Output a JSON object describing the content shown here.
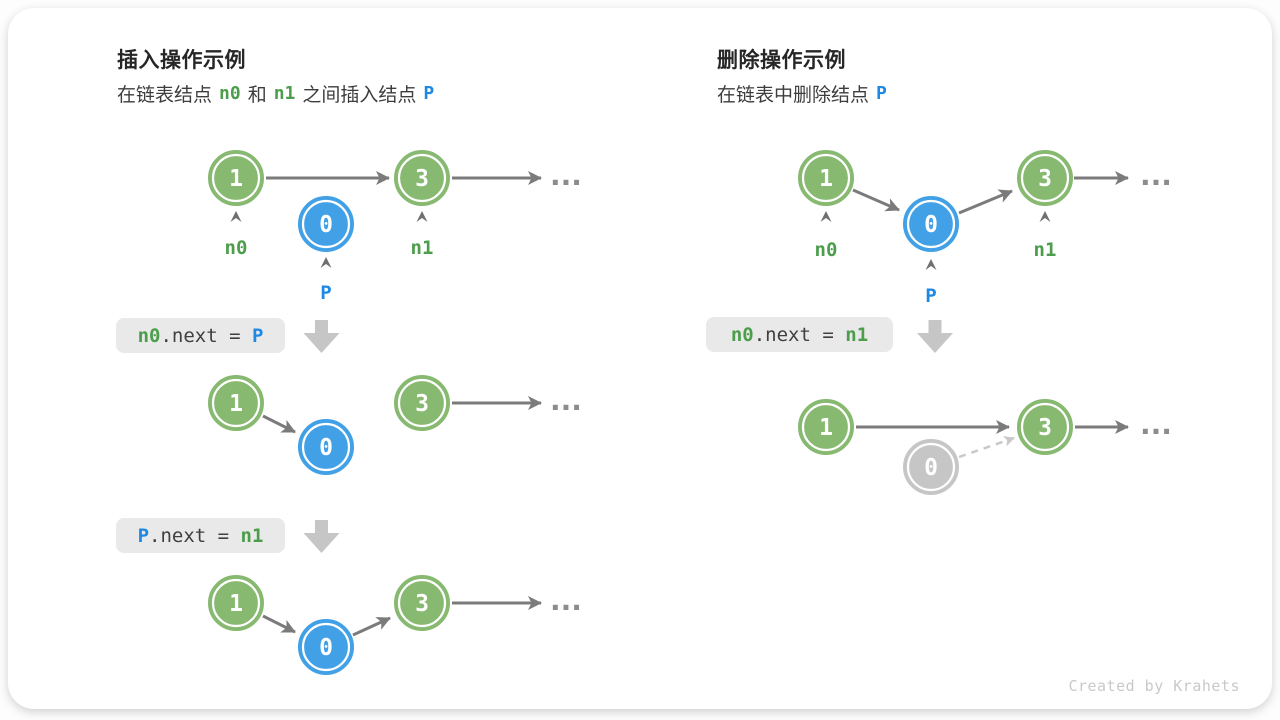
{
  "panels": {
    "insert": {
      "title": "插入操作示例",
      "subtitle": {
        "text1": "在链表结点",
        "code1": "n0",
        "text2": "和",
        "code2": "n1",
        "text3": "之间插入结点",
        "code3": "P"
      },
      "step1": {
        "lhs": "n0",
        "mid": ".next = ",
        "rhs": "P"
      },
      "step2": {
        "lhs": "P",
        "mid": ".next = ",
        "rhs": "n1"
      }
    },
    "delete": {
      "title": "删除操作示例",
      "subtitle": {
        "text1": "在链表中删除结点",
        "code1": "P"
      },
      "step1": {
        "lhs": "n0",
        "mid": ".next = ",
        "rhs": "n1"
      }
    }
  },
  "nodes": {
    "one": "1",
    "three": "3",
    "zero": "0"
  },
  "labels": {
    "n0": "n0",
    "n1": "n1",
    "p": "P"
  },
  "ellipsis": "...",
  "footer": "Created by Krahets",
  "colors": {
    "node_green": "#87b971",
    "node_blue": "#42a1e6",
    "node_gray": "#c6c6c6",
    "code_green": "#4c9d4c",
    "code_blue": "#1e88e5",
    "arrow_gray": "#7b7b7b",
    "dashed_gray": "#c9c9c9",
    "code_box_bg": "#e9e9e9",
    "block_arrow_gray": "#c6c6c6",
    "footer_gray": "#c9c9c9"
  }
}
